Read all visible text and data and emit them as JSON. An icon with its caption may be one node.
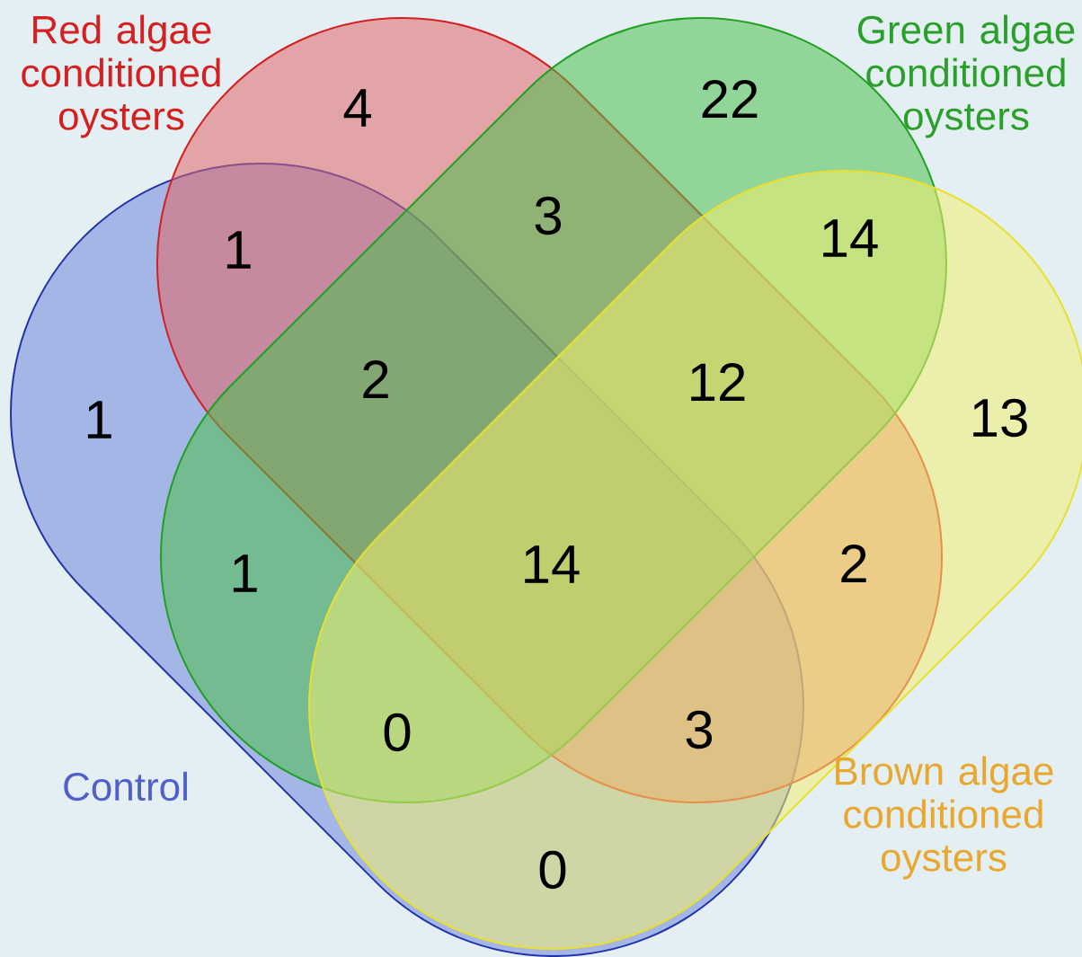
{
  "diagram": {
    "nodes": [
      {
        "text": [
          "Red algae conditioned oysters"
        ]
      },
      {
        "text": [
          "Green algae conditioned oysters"
        ]
      },
      {
        "text": [
          "Control"
        ]
      },
      {
        "text": [
          "Brown algae conditioned oysters"
        ]
      }
    ],
    "labels": [
      "4",
      "22",
      "1",
      "3",
      "14",
      "1",
      "2",
      "12",
      "13",
      "1",
      "14",
      "2",
      "0",
      "3",
      "0"
    ]
  }
}
